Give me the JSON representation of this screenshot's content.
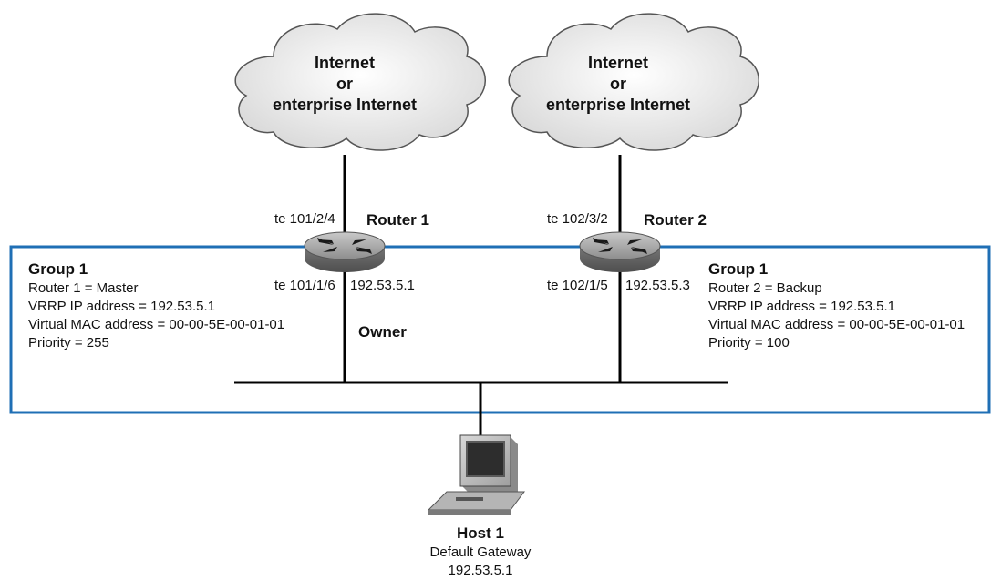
{
  "clouds": [
    {
      "lines": [
        "Internet",
        "or",
        "enterprise Internet"
      ]
    },
    {
      "lines": [
        "Internet",
        "or",
        "enterprise Internet"
      ]
    }
  ],
  "router1": {
    "name": "Router 1",
    "port_top": "te 101/2/4",
    "port_bottom": "te 101/1/6",
    "ip": "192.53.5.1",
    "owner_label": "Owner"
  },
  "router2": {
    "name": "Router 2",
    "port_top": "te 102/3/2",
    "port_bottom": "te 102/1/5",
    "ip": "192.53.5.3"
  },
  "group_left": {
    "title": "Group 1",
    "lines": [
      "Router 1 = Master",
      "VRRP IP address = 192.53.5.1",
      "Virtual MAC address = 00-00-5E-00-01-01",
      "Priority = 255"
    ]
  },
  "group_right": {
    "title": "Group 1",
    "lines": [
      "Router 2 = Backup",
      "VRRP IP address = 192.53.5.1",
      "Virtual MAC address = 00-00-5E-00-01-01",
      "Priority = 100"
    ]
  },
  "host": {
    "name": "Host 1",
    "line1": "Default Gateway",
    "line2": "192.53.5.1"
  },
  "colors": {
    "group_box": "#1f6fb5",
    "cloud_fill": "#e8e8e8",
    "router_fill": "#9a9a9a"
  }
}
